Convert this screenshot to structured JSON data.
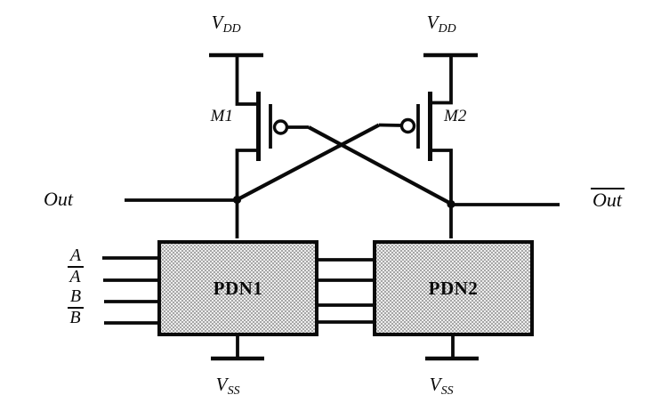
{
  "labels": {
    "vdd_base": "V",
    "vdd_sub": "DD",
    "vss_base": "V",
    "vss_sub": "SS",
    "m1": "M1",
    "m2": "M2",
    "out": "Out",
    "out_bar": "Out",
    "pdn1": "PDN1",
    "pdn2": "PDN2"
  },
  "inputs": [
    {
      "label": "A",
      "overline": false
    },
    {
      "label": "A",
      "overline": true
    },
    {
      "label": "B",
      "overline": false
    },
    {
      "label": "B",
      "overline": true
    }
  ],
  "colors": {
    "line": "#0a0a0a",
    "background": "#ffffff",
    "pdn_fill": "#ececec",
    "pdn_dot": "#8f8f8f"
  }
}
